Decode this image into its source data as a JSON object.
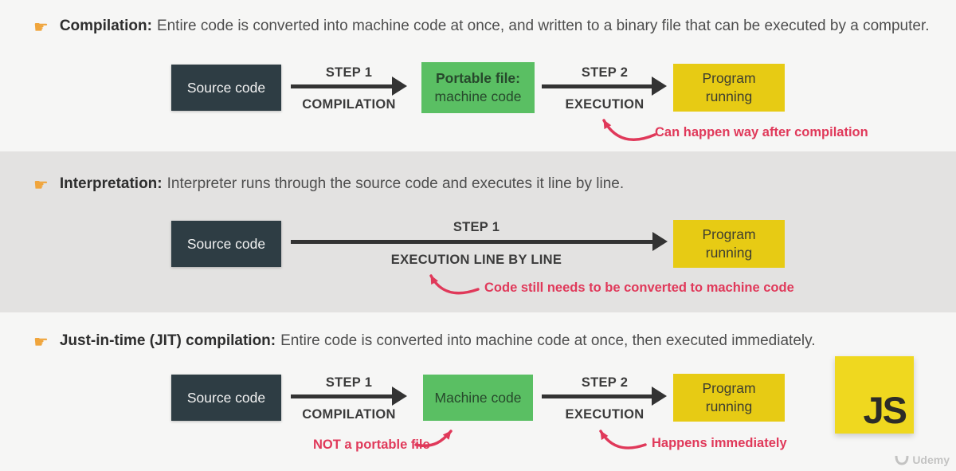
{
  "bullet_glyph": "☛",
  "colors": {
    "page_bg": "#f6f6f5",
    "band_bg": "#e3e2e1",
    "dark_box": "#2e3d44",
    "green_box": "#5abf63",
    "yellow_box": "#e7cb14",
    "arrow_black": "#333333",
    "red_annotation": "#e0395a",
    "js_logo_yellow": "#efd81f"
  },
  "sections": [
    {
      "term": "Compilation:",
      "description": "Entire code is converted into machine code at once, and written to a binary file that can be executed by a computer.",
      "source_box": "Source code",
      "step1": {
        "step": "STEP 1",
        "action": "COMPILATION"
      },
      "mid_box_line1": "Portable file:",
      "mid_box_line2": "machine code",
      "step2": {
        "step": "STEP 2",
        "action": "EXECUTION"
      },
      "end_box": "Program running",
      "annotation": "Can happen way after compilation"
    },
    {
      "term": "Interpretation:",
      "description": "Interpreter runs through the source code and executes it line by line.",
      "source_box": "Source code",
      "step1": {
        "step": "STEP 1",
        "action": "EXECUTION LINE BY LINE"
      },
      "end_box": "Program running",
      "annotation": "Code still needs to be converted to machine code"
    },
    {
      "term": "Just-in-time (JIT) compilation:",
      "description": "Entire code is converted into machine code at once, then executed immediately.",
      "source_box": "Source code",
      "step1": {
        "step": "STEP 1",
        "action": "COMPILATION"
      },
      "mid_box": "Machine code",
      "step2": {
        "step": "STEP 2",
        "action": "EXECUTION"
      },
      "end_box": "Program running",
      "annotation_left": "NOT a portable file",
      "annotation_right": "Happens immediately"
    }
  ],
  "js_logo": "JS",
  "watermark": "Udemy"
}
